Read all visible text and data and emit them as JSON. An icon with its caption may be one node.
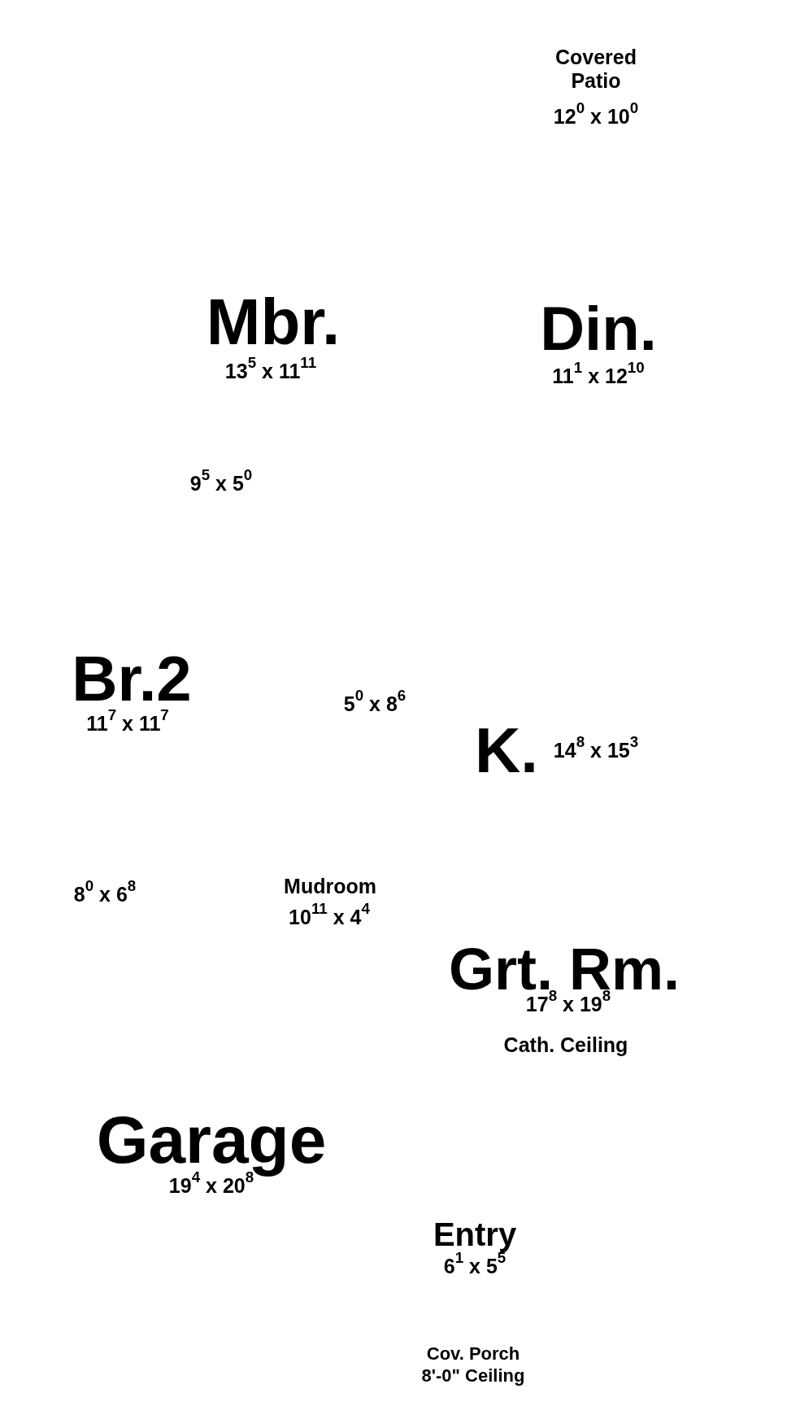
{
  "diagram": {
    "labels": [
      "Covered Patio",
      "12$^{0}$ x 10$^{0}$",
      "Mbr.",
      "13$^{5}$ x 11$^{11}$",
      "Din.",
      "11$^{1}$ x 12$^{10}$",
      "9$^{5}$ x 5$^{0}$",
      "Br.2",
      "11$^{7}$ x 11$^{7}$",
      "5$^{0}$ x 8$^{6}$",
      "K.",
      "14$^{8}$ x 15$^{3}$",
      "8$^{0}$ x 6$^{8}$",
      "Mudroom",
      "10$^{11}$ x 4$^{4}$",
      "Grt. Rm.",
      "17$^{8}$ x 19$^{8}$",
      "Cath. Ceiling",
      "Garage",
      "19$^{4}$ x 20$^{8}$",
      "Entry",
      "6$^{1}$ x 5$^{5}$",
      "Cov. Porch",
      "8'-0\" Ceiling"
    ]
  }
}
